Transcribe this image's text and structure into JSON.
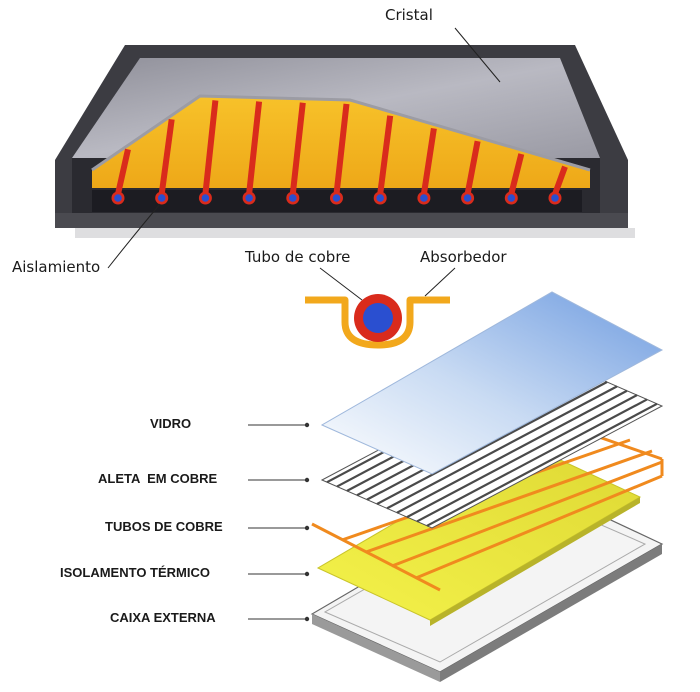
{
  "top_diagram": {
    "labels": {
      "glass": "Cristal",
      "insulation": "Aislamiento",
      "copper_tube": "Tubo de cobre",
      "absorber": "Absorbedor"
    },
    "tube_count": 11
  },
  "exploded_view": {
    "layers": [
      {
        "label": "VIDRO"
      },
      {
        "label": "ALETA  EM COBRE"
      },
      {
        "label": "TUBOS DE COBRE"
      },
      {
        "label": "ISOLAMENTO TÉRMICO"
      },
      {
        "label": "CAIXA EXTERNA"
      }
    ]
  },
  "colors": {
    "frame": "#3a3a40",
    "glass": "#a8a8b0",
    "absorber": "#f2b51c",
    "tube_red": "#d92b1c",
    "tube_blue": "#2a4fd0",
    "insulation_yellow": "#e6e43a",
    "copper_orange": "#f08a1e",
    "glass_blue": "#7fa8e0"
  }
}
